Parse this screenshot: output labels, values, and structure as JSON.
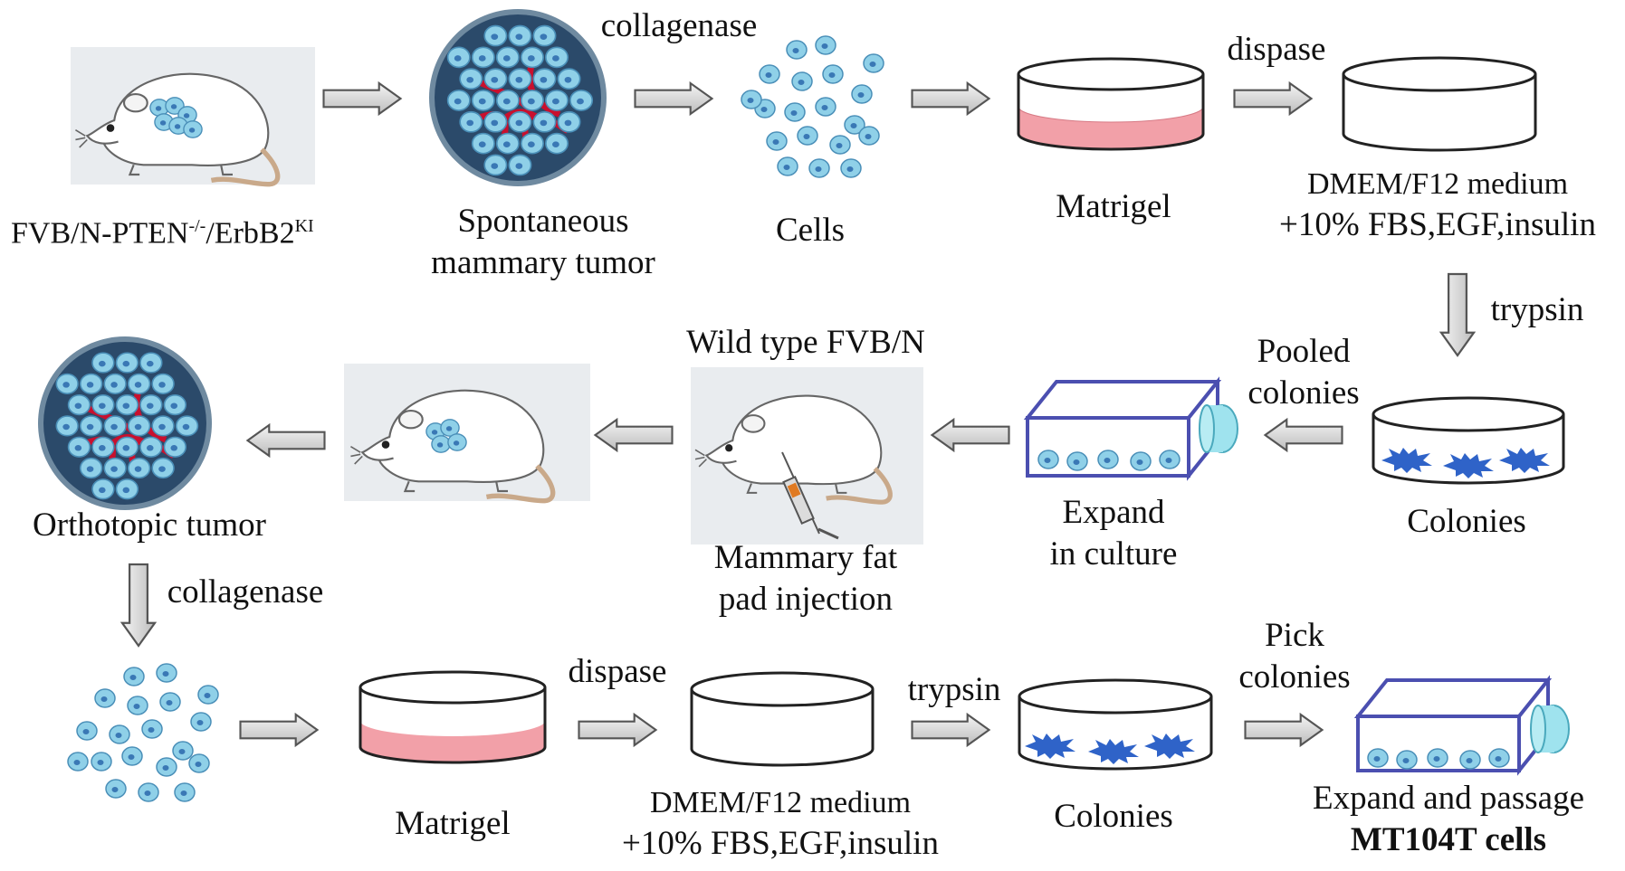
{
  "labels": {
    "mouse_strain": "FVB/N-PTEN",
    "mouse_strain_sup1": "-/-",
    "mouse_strain_mid": "/ErbB2",
    "mouse_strain_sup2": "KI",
    "spontaneous_1": "Spontaneous",
    "spontaneous_2": "mammary tumor",
    "collagenase_top": "collagenase",
    "cells": "Cells",
    "matrigel_top": "Matrigel",
    "dispase_top": "dispase",
    "medium_top_1": "DMEM/F12 medium",
    "medium_top_2": "+10% FBS,EGF,insulin",
    "trypsin_right": "trypsin",
    "colonies_mid": "Colonies",
    "pooled_1": "Pooled",
    "pooled_2": "colonies",
    "expand_1": "Expand",
    "expand_2": "in culture",
    "wildtype": "Wild type FVB/N",
    "injection_1": "Mammary fat",
    "injection_2": "pad injection",
    "orthotopic": "Orthotopic tumor",
    "collagenase_left": "collagenase",
    "matrigel_bottom": "Matrigel",
    "dispase_bottom": "dispase",
    "medium_bottom_1": "DMEM/F12 medium",
    "medium_bottom_2": "+10% FBS,EGF,insulin",
    "trypsin_bottom": "trypsin",
    "colonies_bottom": "Colonies",
    "pick_1": "Pick",
    "pick_2": "colonies",
    "passage": "Expand and passage",
    "mt104t": "MT104T cells"
  },
  "colors": {
    "cell_fill": "#8fd0e8",
    "cell_nucleus": "#3a78b5",
    "tumor_dark": "#2b4a6a",
    "vessel": "#c8102e",
    "matrigel_pink": "#f2a0a8",
    "colony_blue": "#2f63c8",
    "flask_outline": "#4b4fb0",
    "flask_cap": "#9fe3ee",
    "arrow_fill": "#d8d8d8",
    "mouse_bg": "#e9ecef"
  }
}
